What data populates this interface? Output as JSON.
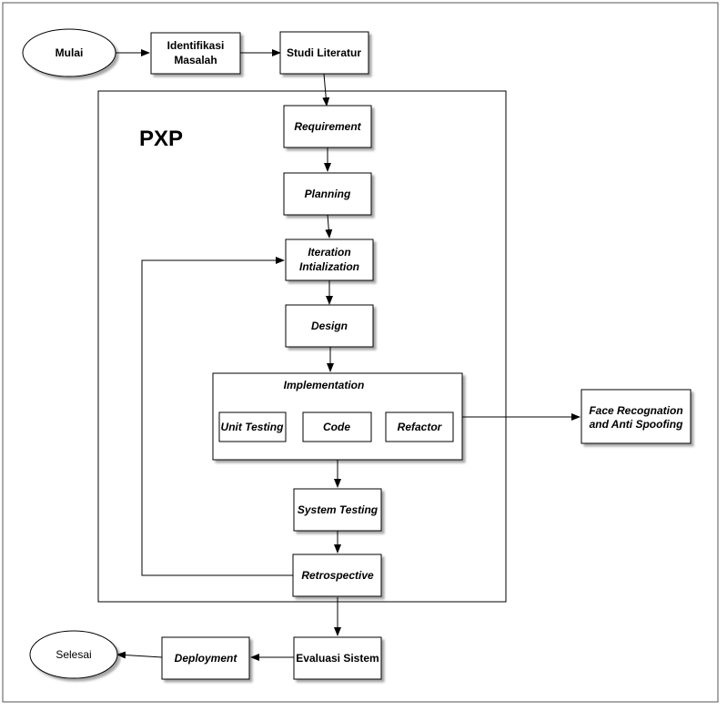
{
  "diagram": {
    "start": "Mulai",
    "identifikasi": [
      "Identifikasi",
      "Masalah"
    ],
    "studi": "Studi Literatur",
    "pxp_title": "PXP",
    "requirement": "Requirement",
    "planning": "Planning",
    "iteration": [
      "Iteration",
      "Intialization"
    ],
    "design": "Design",
    "implementation": "Implementation",
    "unit_testing": "Unit Testing",
    "code": "Code",
    "refactor": "Refactor",
    "face": [
      "Face Recognation",
      "and Anti Spoofing"
    ],
    "system_testing": "System Testing",
    "retrospective": "Retrospective",
    "evaluasi": "Evaluasi Sistem",
    "deployment": "Deployment",
    "end": "Selesai"
  }
}
